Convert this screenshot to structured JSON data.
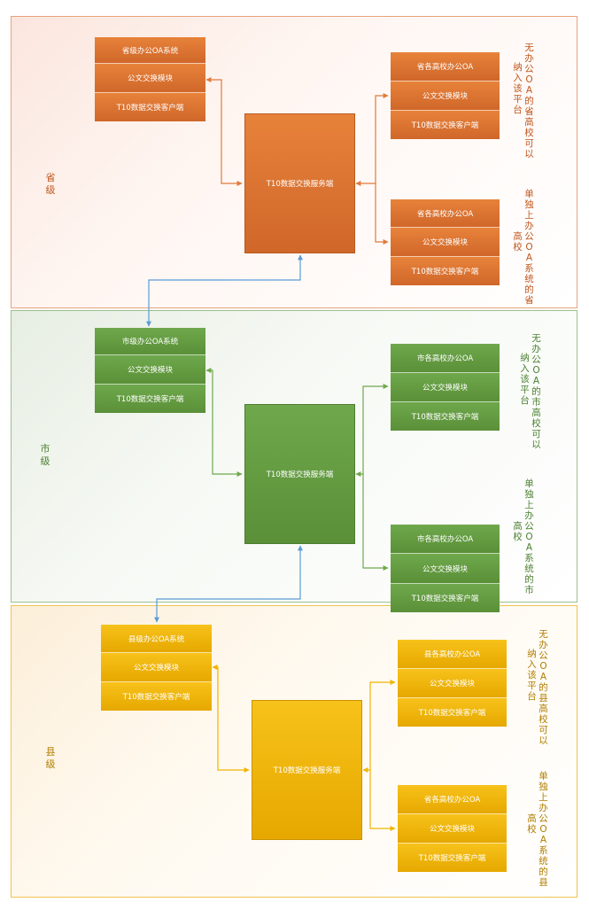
{
  "province": {
    "label": "省级",
    "office": [
      "省级办公OA系统",
      "公文交换模块",
      "T10数据交换客户端"
    ],
    "server": "T10数据交换服务端",
    "group1": [
      "省各高校办公OA",
      "公文交换模块",
      "T10数据交换客户端"
    ],
    "group2": [
      "省各高校办公OA",
      "公文交换模块",
      "T10数据交换客户端"
    ],
    "note1": [
      "无办公OA的省高校可以",
      "纳入该平台"
    ],
    "note2": [
      "单独上办公OA系统的省",
      "高校"
    ]
  },
  "city": {
    "label": "市级",
    "office": [
      "市级办公OA系统",
      "公文交换模块",
      "T10数据交换客户端"
    ],
    "server": "T10数据交换服务端",
    "group1": [
      "市各高校办公OA",
      "公文交换模块",
      "T10数据交换客户端"
    ],
    "group2": [
      "市各高校办公OA",
      "公文交换模块",
      "T10数据交换客户端"
    ],
    "note1": [
      "无办公OA的市高校可以",
      "纳入该平台"
    ],
    "note2": [
      "单独上办公OA系统的市",
      "高校"
    ]
  },
  "county": {
    "label": "县级",
    "office": [
      "县级办公OA系统",
      "公文交换模块",
      "T10数据交换客户端"
    ],
    "server": "T10数据交换服务端",
    "group1": [
      "县各高校办公OA",
      "公文交换模块",
      "T10数据交换客户端"
    ],
    "group2": [
      "省各高校办公OA",
      "公文交换模块",
      "T10数据交换客户端"
    ],
    "note1": [
      "无办公OA的县高校可以",
      "纳入该平台"
    ],
    "note2": [
      "单独上办公OA系统的县",
      "高校"
    ]
  },
  "colors": {
    "orange": "#e7823a",
    "green": "#6fa84c",
    "yellow": "#f7c21a",
    "link": "#5b9bd5"
  }
}
